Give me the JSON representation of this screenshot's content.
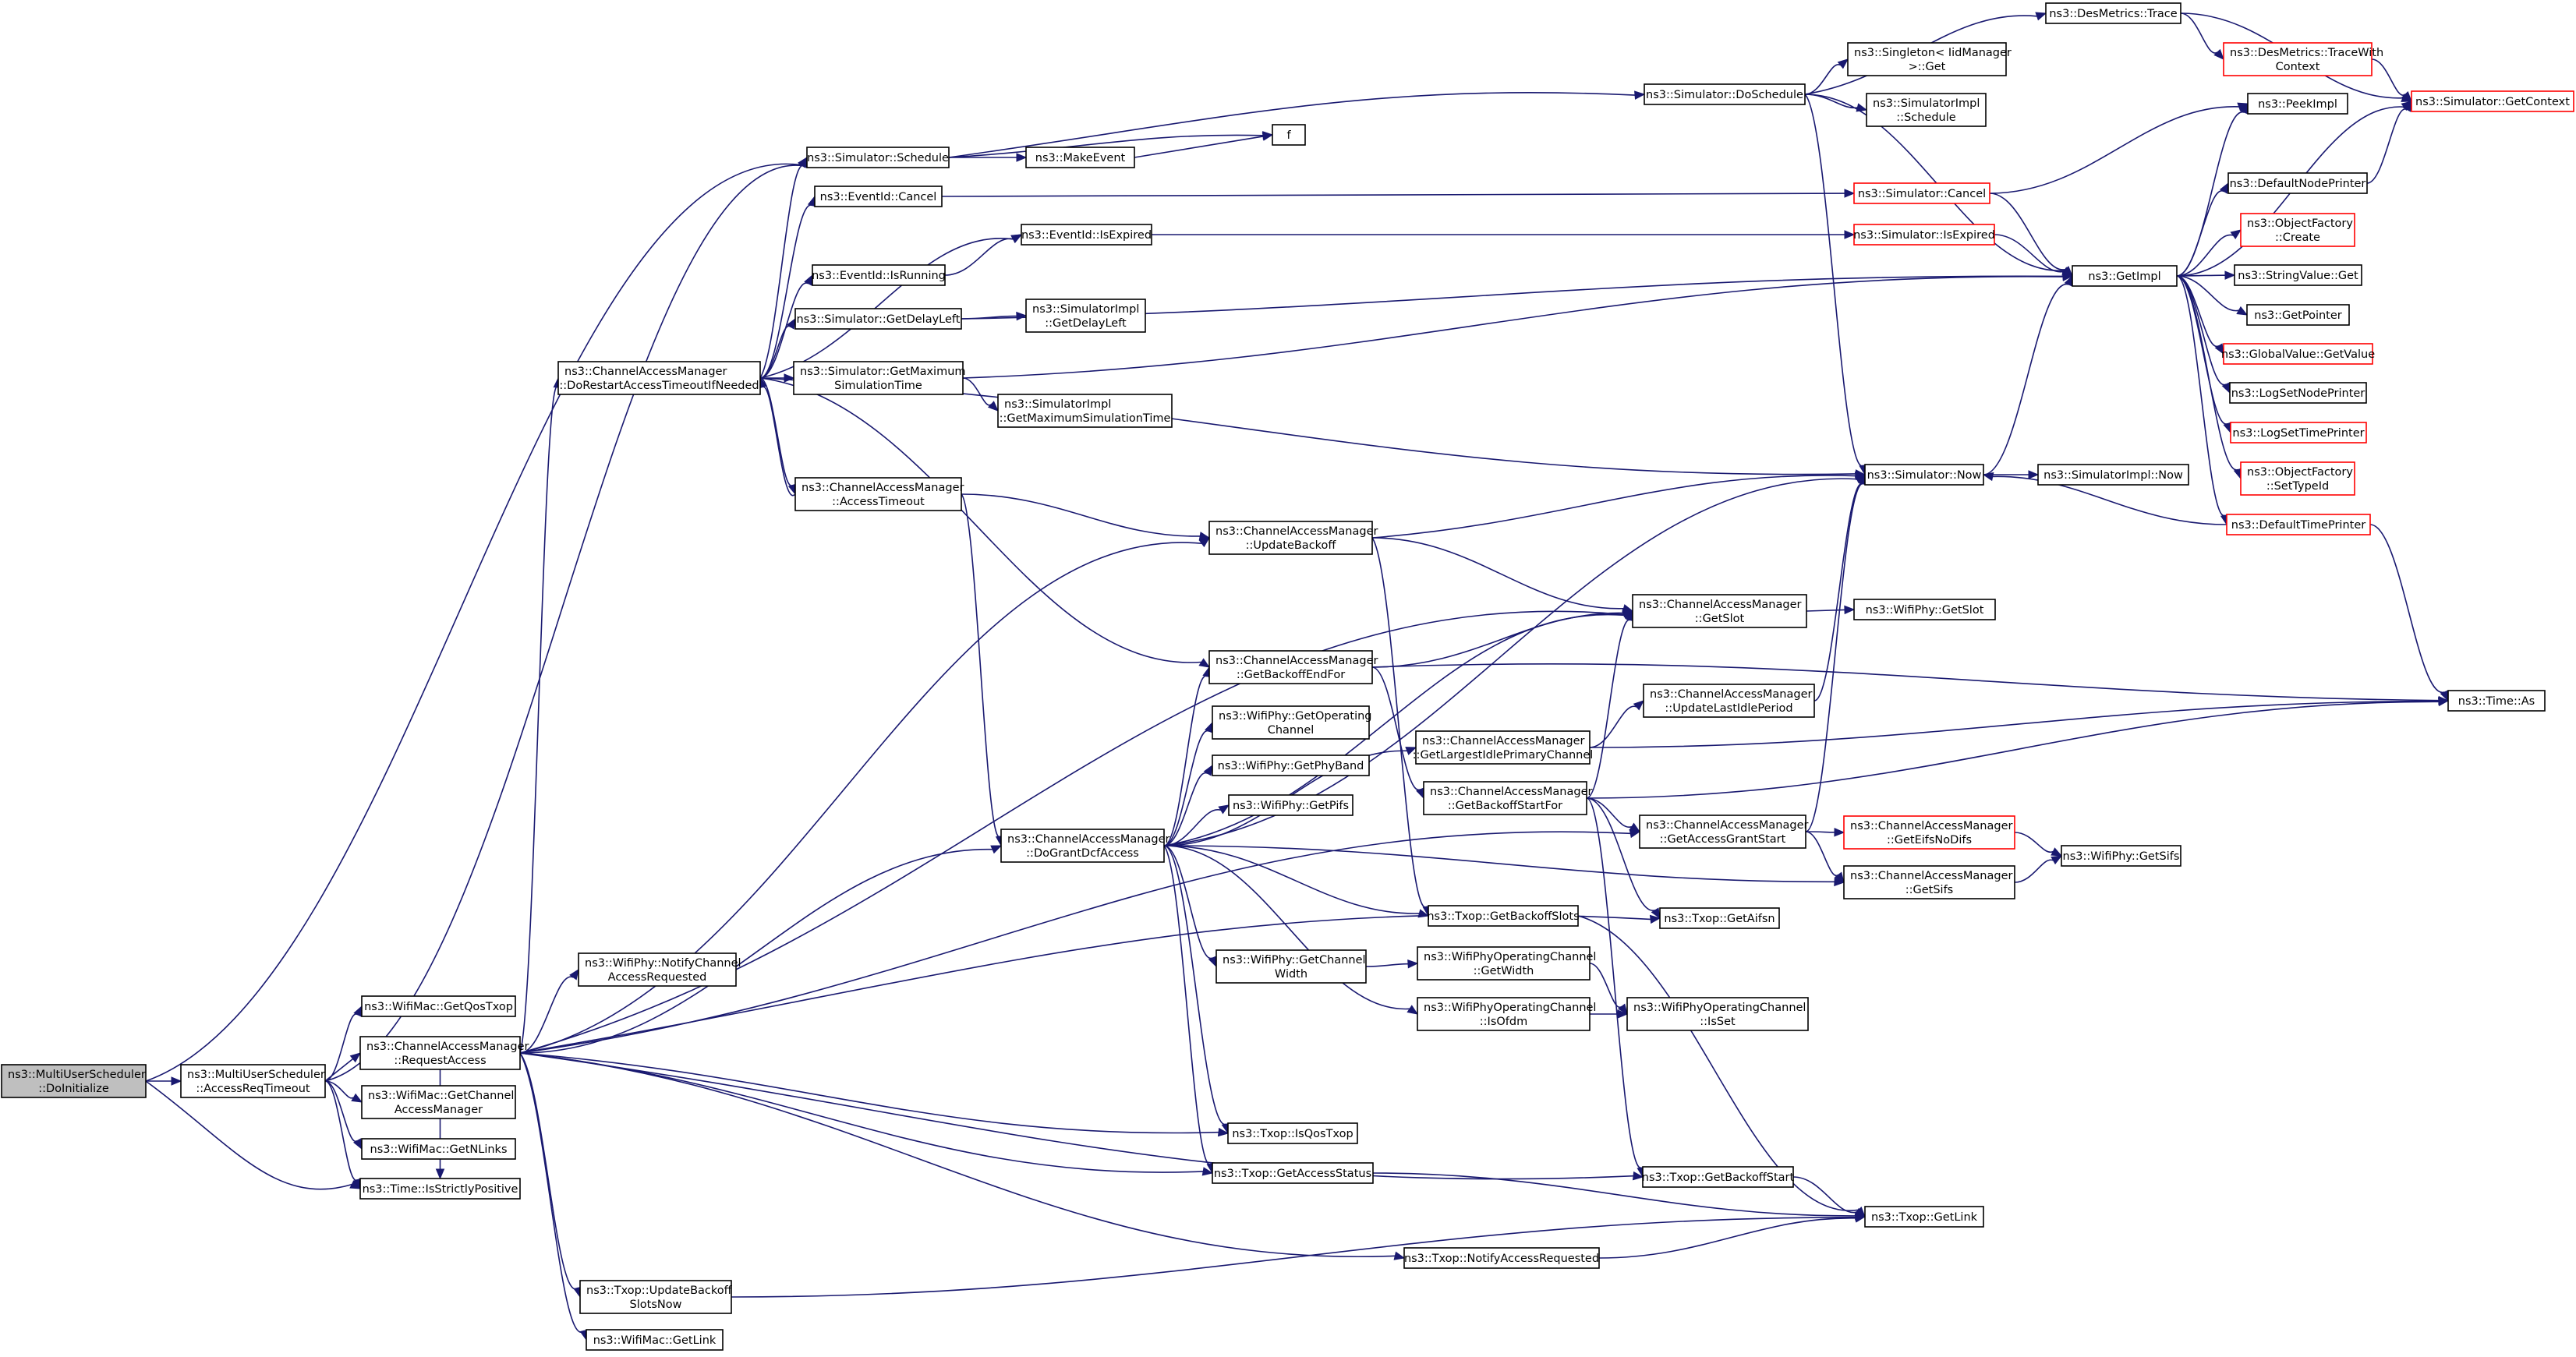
{
  "graph": {
    "nodes": {
      "doinit": {
        "lines": [
          "ns3::MultiUserScheduler",
          "::DoInitialize"
        ],
        "style": "root"
      },
      "accreq": {
        "lines": [
          "ns3::MultiUserScheduler",
          "::AccessReqTimeout"
        ]
      },
      "getqostxop": {
        "lines": [
          "ns3::WifiMac::GetQosTxop"
        ]
      },
      "requestaccess": {
        "lines": [
          "ns3::ChannelAccessManager",
          "::RequestAccess"
        ]
      },
      "getcam": {
        "lines": [
          "ns3::WifiMac::GetChannel",
          "AccessManager"
        ]
      },
      "getnlinks": {
        "lines": [
          "ns3::WifiMac::GetNLinks"
        ]
      },
      "isstrictlypos": {
        "lines": [
          "ns3::Time::IsStrictlyPositive"
        ]
      },
      "notifychan": {
        "lines": [
          "ns3::WifiPhy::NotifyChannel",
          "AccessRequested"
        ]
      },
      "updbackoffnow": {
        "lines": [
          "ns3::Txop::UpdateBackoff",
          "SlotsNow"
        ]
      },
      "getlinkmac": {
        "lines": [
          "ns3::WifiMac::GetLink"
        ]
      },
      "dorestart": {
        "lines": [
          "ns3::ChannelAccessManager",
          "::DoRestartAccessTimeoutIfNeeded"
        ]
      },
      "schedule": {
        "lines": [
          "ns3::Simulator::Schedule"
        ]
      },
      "cancel": {
        "lines": [
          "ns3::EventId::Cancel"
        ]
      },
      "isrunning": {
        "lines": [
          "ns3::EventId::IsRunning"
        ]
      },
      "getdelayleft": {
        "lines": [
          "ns3::Simulator::GetDelayLeft"
        ]
      },
      "getmaxsim": {
        "lines": [
          "ns3::Simulator::GetMaximum",
          "SimulationTime"
        ]
      },
      "accesstimeout": {
        "lines": [
          "ns3::ChannelAccessManager",
          "::AccessTimeout"
        ]
      },
      "makeevent": {
        "lines": [
          "ns3::MakeEvent"
        ]
      },
      "f": {
        "lines": [
          "f"
        ]
      },
      "isexpired": {
        "lines": [
          "ns3::EventId::IsExpired"
        ]
      },
      "simimpldelay": {
        "lines": [
          "ns3::SimulatorImpl",
          "::GetDelayLeft"
        ]
      },
      "simimplmax": {
        "lines": [
          "ns3::SimulatorImpl",
          "::GetMaximumSimulationTime"
        ]
      },
      "updatebackoff": {
        "lines": [
          "ns3::ChannelAccessManager",
          "::UpdateBackoff"
        ]
      },
      "getbackoffend": {
        "lines": [
          "ns3::ChannelAccessManager",
          "::GetBackoffEndFor"
        ]
      },
      "getopchan": {
        "lines": [
          "ns3::WifiPhy::GetOperating",
          "Channel"
        ]
      },
      "getphyband": {
        "lines": [
          "ns3::WifiPhy::GetPhyBand"
        ]
      },
      "getpifs": {
        "lines": [
          "ns3::WifiPhy::GetPifs"
        ]
      },
      "dogrant": {
        "lines": [
          "ns3::ChannelAccessManager",
          "::DoGrantDcfAccess"
        ]
      },
      "getchanwidth": {
        "lines": [
          "ns3::WifiPhy::GetChannel",
          "Width"
        ]
      },
      "isqostxop": {
        "lines": [
          "ns3::Txop::IsQosTxop"
        ]
      },
      "getaccessstatus": {
        "lines": [
          "ns3::Txop::GetAccessStatus"
        ]
      },
      "notifyaccreq": {
        "lines": [
          "ns3::Txop::NotifyAccessRequested"
        ]
      },
      "getlargestidle": {
        "lines": [
          "ns3::ChannelAccessManager",
          "::GetLargestIdlePrimaryChannel"
        ]
      },
      "getbackoffstart": {
        "lines": [
          "ns3::ChannelAccessManager",
          "::GetBackoffStartFor"
        ]
      },
      "getbackoffslots": {
        "lines": [
          "ns3::Txop::GetBackoffSlots"
        ]
      },
      "opgetwidth": {
        "lines": [
          "ns3::WifiPhyOperatingChannel",
          "::GetWidth"
        ]
      },
      "isofdm": {
        "lines": [
          "ns3::WifiPhyOperatingChannel",
          "::IsOfdm"
        ]
      },
      "doschedule": {
        "lines": [
          "ns3::Simulator::DoSchedule"
        ]
      },
      "simcancel": {
        "lines": [
          "ns3::Simulator::Cancel"
        ],
        "style": "red"
      },
      "simisexpired": {
        "lines": [
          "ns3::Simulator::IsExpired"
        ],
        "style": "red"
      },
      "simnow": {
        "lines": [
          "ns3::Simulator::Now"
        ]
      },
      "getslot": {
        "lines": [
          "ns3::ChannelAccessManager",
          "::GetSlot"
        ]
      },
      "updatelastidle": {
        "lines": [
          "ns3::ChannelAccessManager",
          "::UpdateLastIdlePeriod"
        ]
      },
      "getaccessgrant": {
        "lines": [
          "ns3::ChannelAccessManager",
          "::GetAccessGrantStart"
        ]
      },
      "gettxopaifsn": {
        "lines": [
          "ns3::Txop::GetAifsn"
        ]
      },
      "isset": {
        "lines": [
          "ns3::WifiPhyOperatingChannel",
          "::IsSet"
        ]
      },
      "txopbackoffstart": {
        "lines": [
          "ns3::Txop::GetBackoffStart"
        ]
      },
      "desmetrics": {
        "lines": [
          "ns3::DesMetrics::Trace"
        ]
      },
      "singleton": {
        "lines": [
          "ns3::Singleton< IidManager",
          ">::Get"
        ]
      },
      "simimplsched": {
        "lines": [
          "ns3::SimulatorImpl",
          "::Schedule"
        ]
      },
      "getimpl": {
        "lines": [
          "ns3::GetImpl"
        ]
      },
      "simimplnow": {
        "lines": [
          "ns3::SimulatorImpl::Now"
        ]
      },
      "phygetslot": {
        "lines": [
          "ns3::WifiPhy::GetSlot"
        ]
      },
      "geteifsnodifs": {
        "lines": [
          "ns3::ChannelAccessManager",
          "::GetEifsNoDifs"
        ],
        "style": "red"
      },
      "camgetsifs": {
        "lines": [
          "ns3::ChannelAccessManager",
          "::GetSifs"
        ]
      },
      "txopgetlink": {
        "lines": [
          "ns3::Txop::GetLink"
        ]
      },
      "tracewithctx": {
        "lines": [
          "ns3::DesMetrics::TraceWith",
          "Context"
        ],
        "style": "red"
      },
      "peekimpl": {
        "lines": [
          "ns3::PeekImpl"
        ]
      },
      "defnodeprinter": {
        "lines": [
          "ns3::DefaultNodePrinter"
        ]
      },
      "objfactcreate": {
        "lines": [
          "ns3::ObjectFactory",
          "::Create"
        ],
        "style": "red"
      },
      "strvalget": {
        "lines": [
          "ns3::StringValue::Get"
        ]
      },
      "getpointer": {
        "lines": [
          "ns3::GetPointer"
        ]
      },
      "globalvalue": {
        "lines": [
          "ns3::GlobalValue::GetValue"
        ],
        "style": "red"
      },
      "logsetnode": {
        "lines": [
          "ns3::LogSetNodePrinter"
        ]
      },
      "logsettime": {
        "lines": [
          "ns3::LogSetTimePrinter"
        ],
        "style": "red"
      },
      "objfactsettype": {
        "lines": [
          "ns3::ObjectFactory",
          "::SetTypeId"
        ],
        "style": "red"
      },
      "deftimeprinter": {
        "lines": [
          "ns3::DefaultTimePrinter"
        ],
        "style": "red"
      },
      "timeas": {
        "lines": [
          "ns3::Time::As"
        ]
      },
      "phygetsifs": {
        "lines": [
          "ns3::WifiPhy::GetSifs"
        ]
      },
      "simgetcontext": {
        "lines": [
          "ns3::Simulator::GetContext"
        ],
        "style": "red"
      }
    }
  }
}
